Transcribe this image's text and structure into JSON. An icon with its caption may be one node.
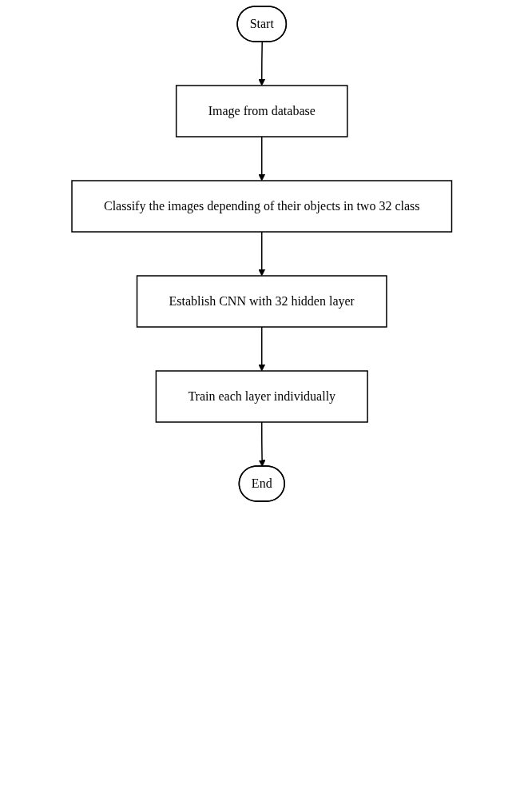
{
  "diagram": {
    "nodes": [
      {
        "text": [
          "Start"
        ]
      },
      {
        "text": [
          "Image from database"
        ]
      },
      {
        "text": [
          "Classify the images depending of their objects in two 32 class"
        ]
      },
      {
        "text": [
          "Establish CNN with 32 hidden layer"
        ]
      },
      {
        "text": [
          "Train each layer individually"
        ]
      },
      {
        "text": [
          "End"
        ]
      }
    ],
    "edges": [
      {
        "from": 0,
        "to": 1,
        "arrow": "to"
      },
      {
        "from": 1,
        "to": 2,
        "arrow": "to"
      },
      {
        "from": 2,
        "to": 3,
        "arrow": "to"
      },
      {
        "from": 3,
        "to": 4,
        "arrow": "to"
      },
      {
        "from": 4,
        "to": 5,
        "arrow": "to"
      }
    ]
  }
}
